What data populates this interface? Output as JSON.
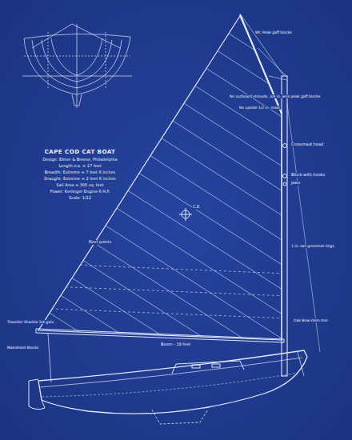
{
  "diagram": {
    "title": "CAPE COD CAT BOAT",
    "labels": [
      "Design: Elmer & Breese, Philadelphia",
      "Length o.a. = 17 feet",
      "Breadth: Extreme = 7 feet 6 inches",
      "Draught: Extreme = 2 feet 6 inches",
      "Sail Area = 300 sq. feet",
      "Power: Kerlinger Engine 6 H.P.",
      "Scale: 1/12",
      "Wt. Peak gaff blocks",
      "No outboard shrouds, 3/4 in. wire peak gaff blocks",
      "No upside 1/2 in. mast",
      "Crossmast head",
      "Block with hooks",
      "Jaws",
      "1 in. sail grommet rings",
      "Oak Bow stem Iron",
      "Boom - 19 feet",
      "Traveller Shackle 3/4 galv.",
      "Mainsheet Blocks",
      "Reef points",
      "C.E."
    ]
  }
}
